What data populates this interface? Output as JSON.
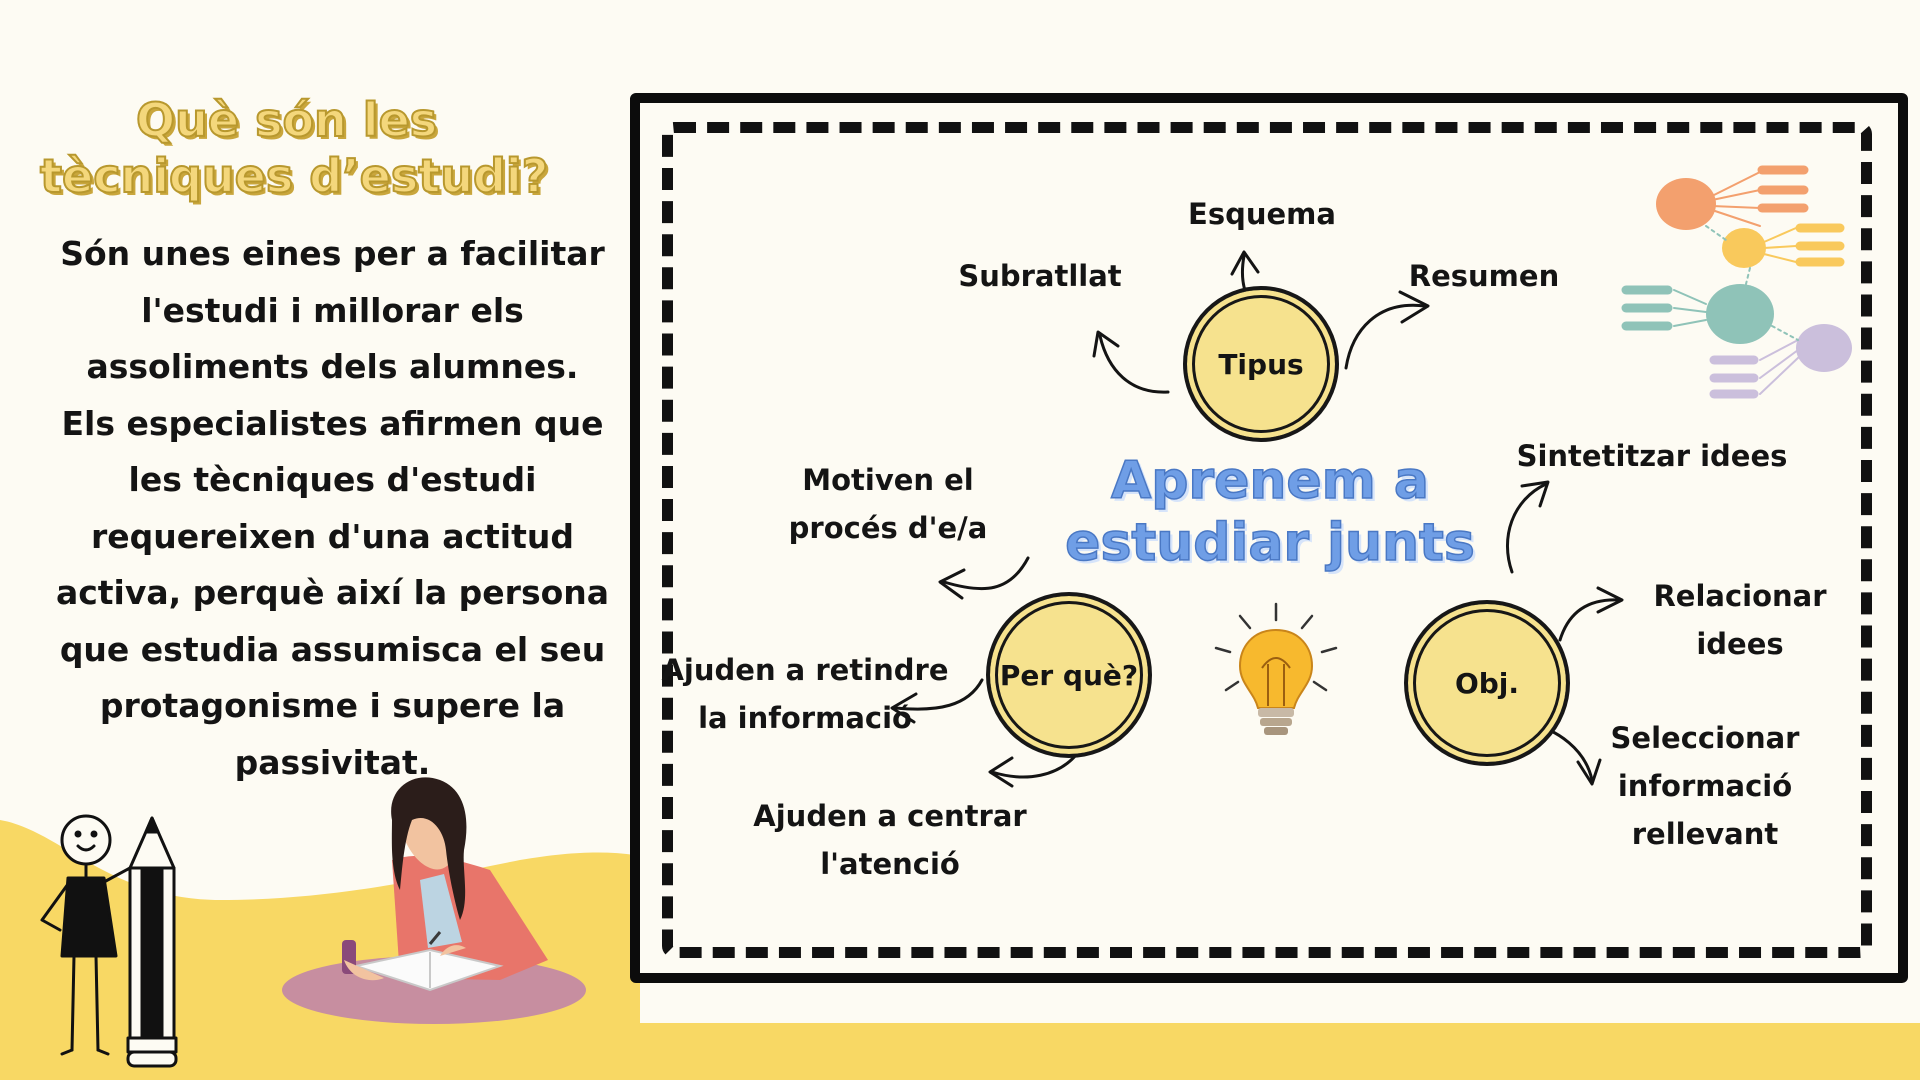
{
  "sidebar": {
    "title_line1": "Què són les",
    "title_line2": "tècniques d’estudi?",
    "description": "Són unes eines per a facilitar l'estudi i millorar els assoliments dels alumnes. Els especialistes afirmen que les tècniques d'estudi requereixen d'una actitud activa, perquè així la persona que estudia assumisca el seu protagonisme i supere la passivitat."
  },
  "map": {
    "center_title_line1": "Aprenem a",
    "center_title_line2": "estudiar junts",
    "nodes": {
      "tipus": "Tipus",
      "per_que": "Per què?",
      "obj": "Obj."
    },
    "tipus_items": {
      "esquema": "Esquema",
      "subratllat": "Subratllat",
      "resumen": "Resumen"
    },
    "per_que_items": {
      "motiven_line1": "Motiven el",
      "motiven_line2": "procés d'e/a",
      "retindre_line1": "Ajuden a retindre",
      "retindre_line2": "la informació",
      "centrar_line1": "Ajuden a centrar",
      "centrar_line2": "l'atenció"
    },
    "obj_items": {
      "sintetitzar": "Sintetitzar idees",
      "relacionar_line1": "Relacionar",
      "relacionar_line2": "idees",
      "seleccionar_line1": "Seleccionar",
      "seleccionar_line2": "informació",
      "seleccionar_line3": "rellevant"
    }
  },
  "colors": {
    "background": "#fdfbf3",
    "yellow_wave": "#f8d864",
    "node_fill": "#f6e28e",
    "title_yellow": "#f4d77c",
    "center_title_blue": "#6f9ee6",
    "mindmap_orange": "#f3a06e",
    "mindmap_yellow": "#f9c95c",
    "mindmap_teal": "#8fc3b8",
    "mindmap_lilac": "#cbbfdc"
  },
  "icons": {
    "lightbulb": "lightbulb-icon",
    "mindmap": "mind-map-illustration",
    "stick_figure": "stick-figure-illustration",
    "pencil": "pencil-illustration",
    "student": "student-studying-illustration"
  }
}
